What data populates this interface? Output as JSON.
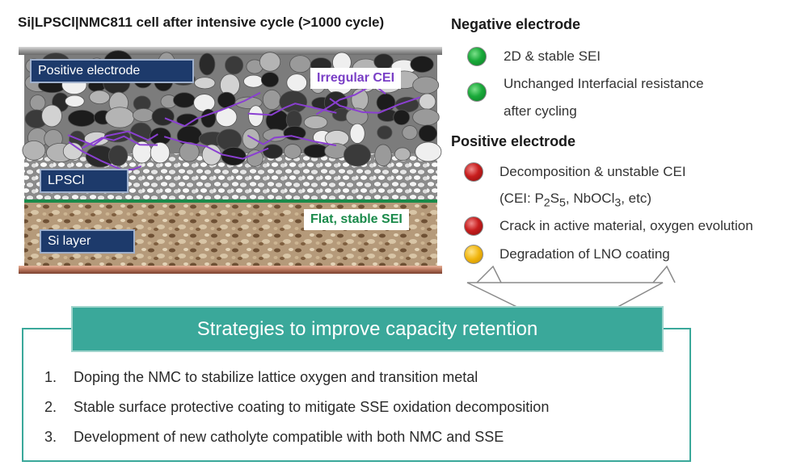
{
  "cell": {
    "title": "Si|LPSCl|NMC811 cell after intensive cycle (>1000 cycle)",
    "labels": {
      "positive": "Positive electrode",
      "lpscl": "LPSCl",
      "si": "Si layer"
    },
    "callouts": {
      "cei": "Irregular CEI",
      "sei": "Flat, stable SEI"
    },
    "colors": {
      "cei_purple": "#8a3fd1",
      "sei_green": "#1a8a4a",
      "label_navy": "#1d3a6b"
    }
  },
  "negative": {
    "heading": "Negative electrode",
    "items": [
      {
        "status": "green",
        "text": "2D & stable SEI"
      },
      {
        "status": "green",
        "text": "Unchanged Interfacial resistance",
        "text2": "after cycling"
      }
    ]
  },
  "positive": {
    "heading": "Positive electrode",
    "items": [
      {
        "status": "red",
        "text": "Decomposition & unstable CEI"
      },
      {
        "status": "red",
        "text": "Crack in active material, oxygen evolution"
      },
      {
        "status": "yellow",
        "text": "Degradation of LNO coating"
      }
    ],
    "cei_note": {
      "prefix": "(CEI: P",
      "sub1": "2",
      "mid1": "S",
      "sub2": "5",
      "mid2": ", NbOCl",
      "sub3": "3",
      "suffix": ", etc)"
    }
  },
  "strategies": {
    "title": "Strategies to improve capacity retention",
    "items": [
      {
        "num": "1.",
        "text": "Doping the NMC to stabilize lattice oxygen and transition metal"
      },
      {
        "num": "2.",
        "text": "Stable surface protective coating to mitigate SSE oxidation decomposition"
      },
      {
        "num": "3.",
        "text": "Development of new catholyte compatible with both NMC and SSE"
      }
    ],
    "color": "#3aa89a"
  }
}
